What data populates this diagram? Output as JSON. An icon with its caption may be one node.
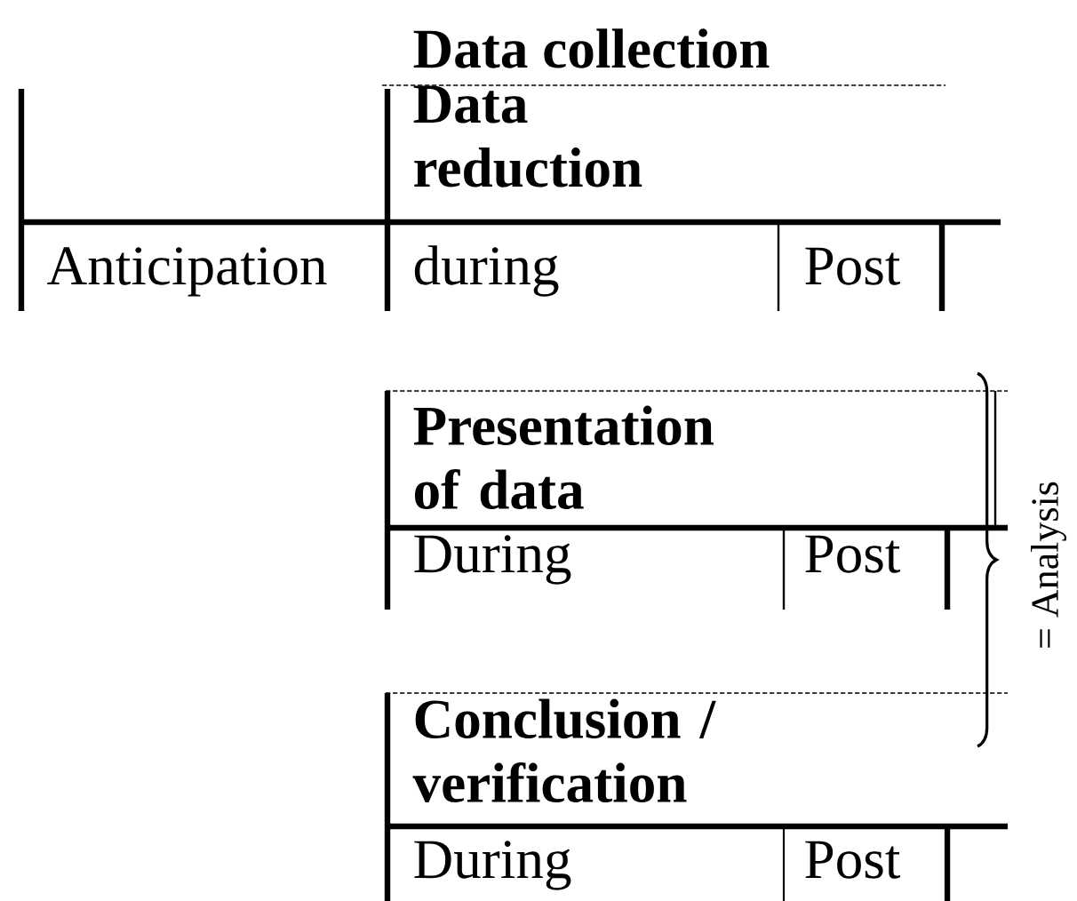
{
  "diagram": {
    "labels": [
      "Data collection",
      "Data reduction",
      "Anticipation",
      "during",
      "Post",
      "Presentation of data",
      "During",
      "Post",
      "Conclusion / verification",
      "During",
      "Post",
      "= Analysis"
    ]
  }
}
